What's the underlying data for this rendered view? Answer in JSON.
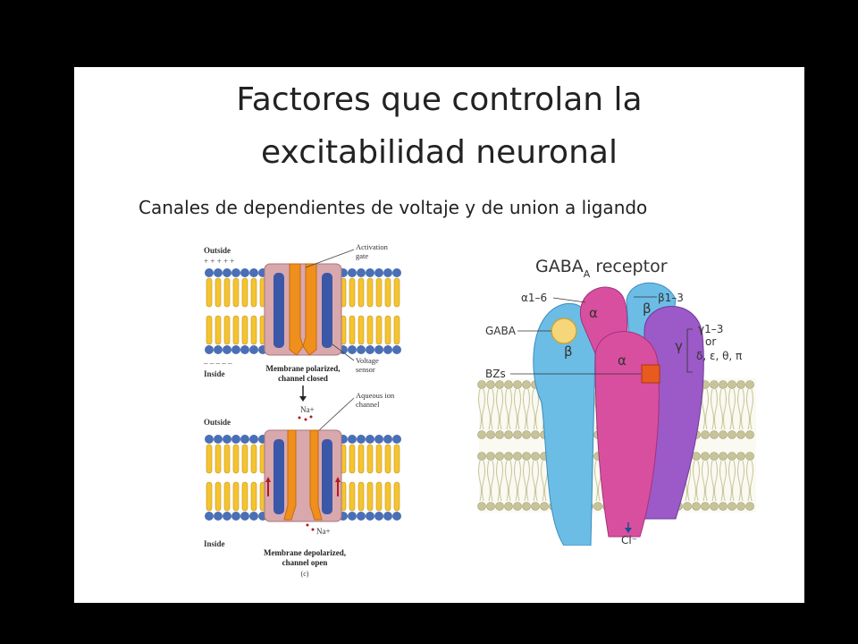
{
  "title": {
    "line1": "Factores que controlan la",
    "line2": "excitabilidad neuronal"
  },
  "subtitle": "Canales de dependientes de voltaje y de union a ligando",
  "channel_figure": {
    "top": {
      "outside": "Outside",
      "plus_signs": "+ + + + +",
      "inside": "Inside",
      "minus_signs": "– – – – –",
      "activation_gate_1": "Activation",
      "activation_gate_2": "gate",
      "voltage_sensor_1": "Voltage",
      "voltage_sensor_2": "sensor",
      "caption_1": "Membrane polarized,",
      "caption_2": "channel closed"
    },
    "bottom": {
      "outside": "Outside",
      "inside": "Inside",
      "na_top": "Na+",
      "na_bottom": "Na+",
      "aqueous_1": "Aqueous ion",
      "aqueous_2": "channel",
      "caption_1": "Membrane depolarized,",
      "caption_2": "channel open",
      "panel": "(c)"
    }
  },
  "gaba_figure": {
    "title_main": "GABA",
    "title_sub": "A",
    "title_rest": " receptor",
    "alpha_range": "α1–6",
    "beta_range": "β1–3",
    "gamma_range": "γ1–3",
    "or_text": "or",
    "alternatives": "δ, ε, θ, π",
    "gaba_label": "GABA",
    "bzs_label": "BZs",
    "alpha": "α",
    "beta": "β",
    "gamma": "γ",
    "ion": "Cl⁻"
  },
  "colors": {
    "lipid_head": "#4a6fb5",
    "lipid_tail": "#f4c430",
    "channel_orange": "#f0901c",
    "channel_blue": "#3b57a8",
    "channel_pink": "#d9a8ad",
    "alpha_pink": "#d94fa0",
    "beta_blue": "#6cbde6",
    "gamma_purple": "#9b5ac8",
    "gaba_ball": "#f5d67a",
    "bz_square": "#e85a1e",
    "membrane_bead": "#c8c49a"
  }
}
